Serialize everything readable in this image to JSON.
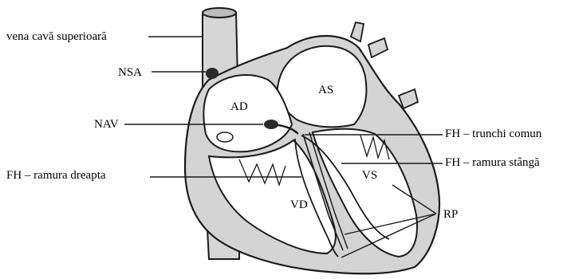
{
  "labels": {
    "svc": "vena cavă superioară",
    "nsa": "NSA",
    "nav": "NAV",
    "fh_right": "FH – ramura dreapta",
    "fh_common": "FH – trunchi comun",
    "fh_left": "FH – ramura stângă",
    "rp": "RP",
    "ad": "AD",
    "as": "AS",
    "vd": "VD",
    "vs": "VS"
  },
  "colors": {
    "tissue_fill": "#d4d4d4",
    "outline": "#1a1a1a",
    "node_fill": "#2a2a2a"
  }
}
